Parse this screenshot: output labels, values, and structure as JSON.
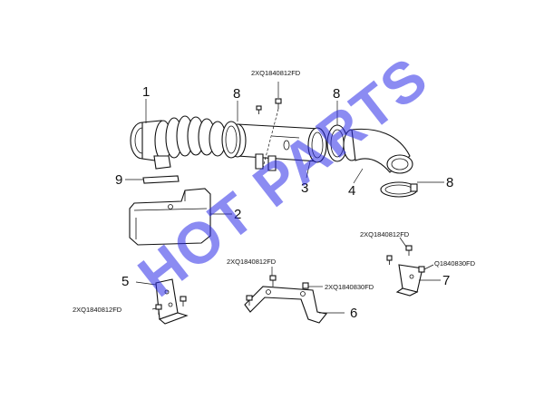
{
  "callouts": {
    "c1": "1",
    "c2": "2",
    "c3": "3",
    "c4": "4",
    "c5": "5",
    "c6": "6",
    "c7": "7",
    "c8a": "8",
    "c8b": "8",
    "c8c": "8",
    "c9": "9"
  },
  "part_codes": {
    "top_bolt": "2XQ1840812FD",
    "bracket6_bolt": "2XQ1840812FD",
    "bracket6_nut": "2XQ1840830FD",
    "bracket7_bolt": "2XQ1840812FD",
    "bracket7_nut": "Q1840830FD",
    "bracket5_bolt": "2XQ1840812FD"
  },
  "watermark": "HOT PARTS",
  "colors": {
    "line": "#111111",
    "watermark": "#2b2be8",
    "background": "#ffffff"
  }
}
